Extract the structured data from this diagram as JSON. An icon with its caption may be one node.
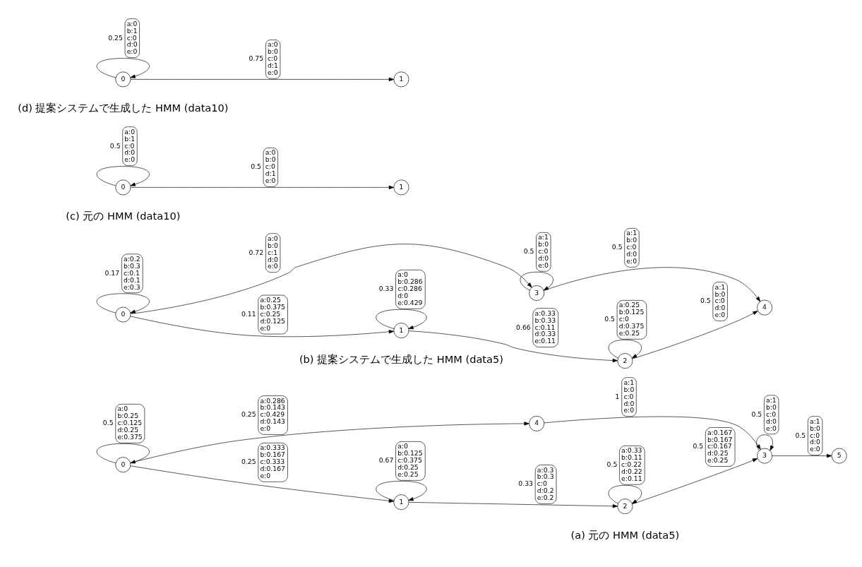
{
  "diagram": {
    "nodes": [
      {
        "text": [
          "0"
        ]
      },
      {
        "text": [
          "1"
        ]
      },
      {
        "text": [
          "2"
        ]
      },
      {
        "text": [
          "3"
        ]
      },
      {
        "text": [
          "5"
        ]
      },
      {
        "text": [
          "4"
        ]
      },
      {
        "text": [
          "0"
        ]
      },
      {
        "text": [
          "1"
        ]
      },
      {
        "text": [
          "2"
        ]
      },
      {
        "text": [
          "4"
        ]
      },
      {
        "text": [
          "3"
        ]
      },
      {
        "text": [
          "0"
        ]
      },
      {
        "text": [
          "1"
        ]
      },
      {
        "text": [
          "0"
        ]
      },
      {
        "text": [
          "1"
        ]
      }
    ],
    "edges": [
      {
        "from": 0,
        "to": 0,
        "arrow": "to",
        "label": "0.5 a:0 b:0.25 c:0.125 d:0.25 e:0.375"
      },
      {
        "from": 1,
        "to": 1,
        "arrow": "to",
        "label": "0.67 a:0 b:0.125 c:0.375 d:0.25 e:0.25"
      },
      {
        "from": 2,
        "to": 2,
        "arrow": "to",
        "label": "0.5 a:0.33 b:0.11 c:0.22 d:0.22 e:0.11"
      },
      {
        "from": 3,
        "to": 3,
        "arrow": "to",
        "label": "0.5 a:1 b:0 c:0 d:0 e:0"
      },
      {
        "from": 0,
        "to": 1,
        "arrow": "to",
        "label": "0.25 a:0.333 b:0.167 c:0.333 d:0.167 e:0"
      },
      {
        "from": 1,
        "to": 2,
        "arrow": "to",
        "label": "0.33 a:0.3 b:0.3 c:0 d:0.2 e:0.2"
      },
      {
        "from": 2,
        "to": 3,
        "arrow": "to",
        "label": "0.5 a:0.167 b:0.167 c:0.167 d:0.25 e:0.25"
      },
      {
        "from": 3,
        "to": 4,
        "arrow": "to",
        "label": "0.5 a:1 b:0 c:0 d:0 e:0"
      },
      {
        "from": 0,
        "to": 5,
        "arrow": "to",
        "label": "0.25 a:0.286 b:0.143 c:0.429 d:0.143 e:0"
      },
      {
        "from": 5,
        "to": 3,
        "arrow": "to",
        "label": "1 a:1 b:0 c:0 d:0 e:0"
      },
      {
        "from": 6,
        "to": 6,
        "arrow": "to",
        "label": "0.17 a:0.2 b:0.3 c:0.1 d:0.1 e:0.3"
      },
      {
        "from": 7,
        "to": 7,
        "arrow": "to",
        "label": "0.33 a:0 b:0.286 c:0.286 d:0 e:0.429"
      },
      {
        "from": 8,
        "to": 8,
        "arrow": "to",
        "label": "0.5 a:0.25 b:0.125 c:0 d:0.375 e:0.25"
      },
      {
        "from": 6,
        "to": 7,
        "arrow": "to",
        "label": "0.11 a:0.25 b:0.375 c:0.25 d:0.125 e:0"
      },
      {
        "from": 7,
        "to": 8,
        "arrow": "to",
        "label": "0.66 a:0.33 b:0.33 c:0.11 d:0.33 e:0.11"
      },
      {
        "from": 8,
        "to": 9,
        "arrow": "to",
        "label": "0.5 a:1 b:0 c:0 d:0 e:0"
      },
      {
        "from": 6,
        "to": 10,
        "arrow": "to",
        "label": "0.72 a:0 b:0 c:1 d:0 e:0"
      },
      {
        "from": 10,
        "to": 10,
        "arrow": "to",
        "label": "0.5 a:1 b:0 c:0 d:0 e:0"
      },
      {
        "from": 10,
        "to": 9,
        "arrow": "to",
        "label": "0.5 a:1 b:0 c:0 d:0 e:0"
      },
      {
        "from": 11,
        "to": 11,
        "arrow": "to",
        "label": "0.5 a:0 b:1 c:0 d:0 e:0"
      },
      {
        "from": 11,
        "to": 12,
        "arrow": "to",
        "label": "0.5 a:0 b:0 c:0 d:1 e:0"
      },
      {
        "from": 13,
        "to": 13,
        "arrow": "to",
        "label": "0.25 a:0 b:1 c:0 d:0 e:0"
      },
      {
        "from": 13,
        "to": 14,
        "arrow": "to",
        "label": "0.75 a:0 b:0 c:0 d:1 e:0"
      }
    ],
    "labels": [
      "(a) 元の HMM (data5)",
      "(b) 提案システムで生成した HMM (data5)",
      "(c) 元の HMM (data10)",
      "(d) 提案システムで生成した HMM (data10)"
    ]
  }
}
